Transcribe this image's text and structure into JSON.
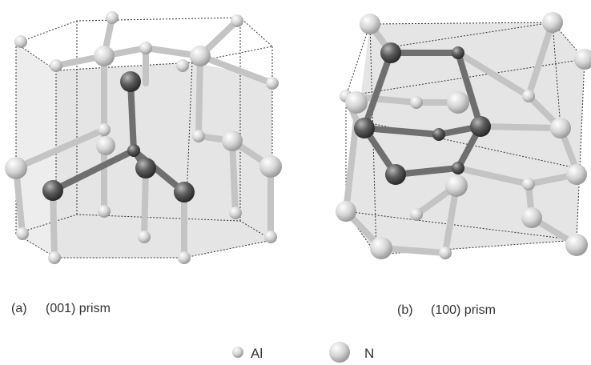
{
  "panels": [
    {
      "label": "(a)",
      "title": "(001) prism"
    },
    {
      "label": "(b)",
      "title": "(100) prism"
    }
  ],
  "legend": [
    {
      "symbol": "Al",
      "size": "small"
    },
    {
      "symbol": "N",
      "size": "large"
    }
  ],
  "colors": {
    "face_fill": "#dcdcdc",
    "bond_light": "#c4c4c4",
    "bond_dark": "#6f6f6f",
    "atom_light": "#d2d2d2",
    "atom_dark": "#5a5a5a",
    "edge": "#333333"
  }
}
